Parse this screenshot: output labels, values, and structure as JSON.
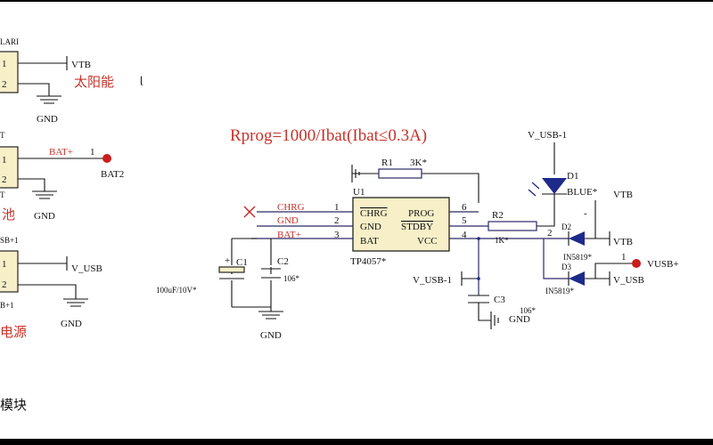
{
  "formula": "Rprog=1000/Ibat(Ibat≤0.3A)",
  "footer_text": "模块",
  "stray_mark": "⌊",
  "connectors": {
    "solar": {
      "ref": "LARI",
      "pin1": "1",
      "pin2": "2",
      "net": "VTB",
      "gnd": "GND",
      "caption": "太阳能"
    },
    "battery": {
      "ref": "T",
      "ref2": "T",
      "pin1": "1",
      "pin2": "2",
      "net": "BAT+",
      "net_pin": "1",
      "probe": "BAT2",
      "gnd": "GND",
      "caption": "池"
    },
    "power": {
      "ref": "SB+1",
      "ref2": "B+1",
      "pin1": "1",
      "pin2": "2",
      "net": "V_USB",
      "gnd": "GND",
      "caption": "电源"
    }
  },
  "chip": {
    "ref": "U1",
    "part": "TP4057*",
    "left_pins": [
      {
        "num": "1",
        "net": "CHRG",
        "label": "CHRG"
      },
      {
        "num": "2",
        "net": "GND",
        "label": "GND"
      },
      {
        "num": "3",
        "net": "BAT+",
        "label": "BAT"
      }
    ],
    "right_pins": [
      {
        "num": "6",
        "label": "PROG"
      },
      {
        "num": "5",
        "label": "STDBY"
      },
      {
        "num": "4",
        "label": "VCC"
      }
    ]
  },
  "components": {
    "r1": {
      "ref": "R1",
      "value": "3K*"
    },
    "r2": {
      "ref": "R2",
      "value": "1K*"
    },
    "c1": {
      "ref": "C1",
      "value": "100uF/10V*",
      "polarity": "+"
    },
    "c2": {
      "ref": "C2",
      "value": "106*"
    },
    "c3": {
      "ref": "C3",
      "value": "106*"
    },
    "d1": {
      "ref": "D1",
      "value": "BLUE*"
    },
    "d2": {
      "ref": "D2",
      "value": "IN5819*",
      "pin": "2"
    },
    "d3": {
      "ref": "D3",
      "value": "IN5819*",
      "pin": "1"
    }
  },
  "nets": {
    "v_usb_top": "V_USB-1",
    "v_usb_left": "V_USB-1",
    "gnd_c": "GND",
    "gnd_c3": "GND",
    "vtb_top": "VTB",
    "vtb_right": "VTB",
    "vusb_plus": "VUSB+",
    "v_usb_right": "V_USB",
    "minus": "-",
    "bat_plus": "BAT+"
  }
}
